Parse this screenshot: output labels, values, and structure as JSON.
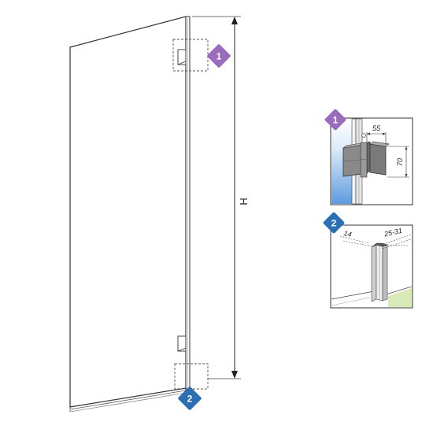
{
  "dimension": {
    "height_label": "H"
  },
  "markers": [
    {
      "number": "1",
      "shape": "diamond",
      "color": "#9b6bbd"
    },
    {
      "number": "2",
      "shape": "diamond",
      "color": "#2a6fb3"
    }
  ],
  "detail_hinge": {
    "marker": "1",
    "width_label": "55",
    "height_label": "70",
    "wall_color": "#6aa6e0"
  },
  "detail_profile": {
    "marker": "2",
    "left_label": "14",
    "right_label": "25-31",
    "floor_color": "#d9eab8"
  }
}
